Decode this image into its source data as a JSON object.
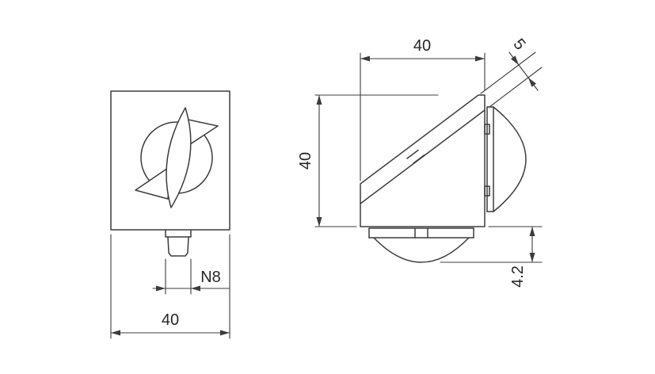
{
  "drawing": {
    "background": "#ffffff",
    "line_color": "#3c3c3c",
    "text_color": "#262626",
    "dimensions": {
      "front_width": "40",
      "front_slot": "N8",
      "side_width": "40",
      "side_height": "40",
      "side_wall": "5",
      "side_cap_height": "4.2"
    }
  }
}
